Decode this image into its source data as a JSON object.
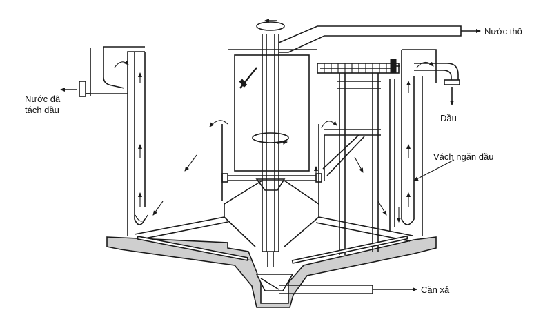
{
  "labels": {
    "raw_water": "Nước thô",
    "treated_water_line1": "Nước đã",
    "treated_water_line2": "tách dầu",
    "oil": "Dầu",
    "oil_baffle": "Vách ngăn dầu",
    "sludge_drain": "Cặn xả"
  }
}
